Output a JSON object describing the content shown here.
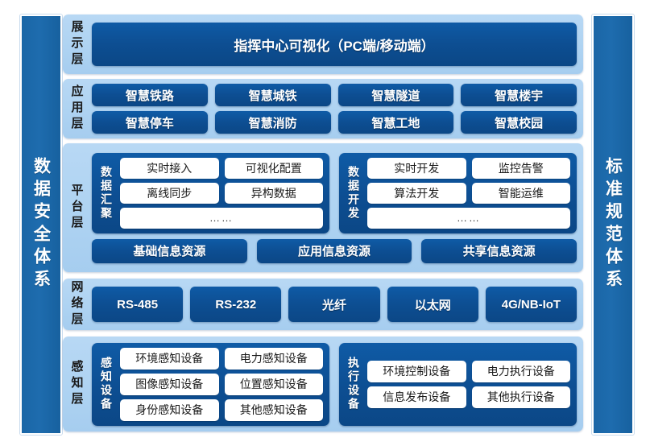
{
  "pillars": {
    "left": "数据安全体系",
    "right": "标准规范体系"
  },
  "colors": {
    "pillar_blue": "#1a66a6",
    "panel_light_blue": "#aed3f2",
    "pill_dark_blue": "#0d4e92",
    "box_white": "#ffffff"
  },
  "layers": {
    "presentation": {
      "label": "展示层",
      "items": [
        "指挥中心可视化（PC端/移动端）"
      ]
    },
    "application": {
      "label": "应用层",
      "row1": [
        "智慧铁路",
        "智慧城铁",
        "智慧隧道",
        "智慧楼宇"
      ],
      "row2": [
        "智慧停车",
        "智慧消防",
        "智慧工地",
        "智慧校园"
      ]
    },
    "platform": {
      "label": "平台层",
      "groups": [
        {
          "label": "数据汇聚",
          "row1": [
            "实时接入",
            "可视化配置"
          ],
          "row2": [
            "离线同步",
            "异构数据"
          ],
          "row3": "……"
        },
        {
          "label": "数据开发",
          "row1": [
            "实时开发",
            "监控告警"
          ],
          "row2": [
            "算法开发",
            "智能运维"
          ],
          "row3": "……"
        }
      ],
      "resources": [
        "基础信息资源",
        "应用信息资源",
        "共享信息资源"
      ]
    },
    "network": {
      "label": "网络层",
      "items": [
        "RS-485",
        "RS-232",
        "光纤",
        "以太网",
        "4G/NB-IoT"
      ]
    },
    "sensing": {
      "label": "感知层",
      "groups": [
        {
          "label": "感知设备",
          "row1": [
            "环境感知设备",
            "电力感知设备"
          ],
          "row2": [
            "图像感知设备",
            "位置感知设备"
          ],
          "row3": [
            "身份感知设备",
            "其他感知设备"
          ]
        },
        {
          "label": "执行设备",
          "row1": [
            "环境控制设备",
            "电力执行设备"
          ],
          "row2": [
            "信息发布设备",
            "其他执行设备"
          ]
        }
      ]
    }
  }
}
